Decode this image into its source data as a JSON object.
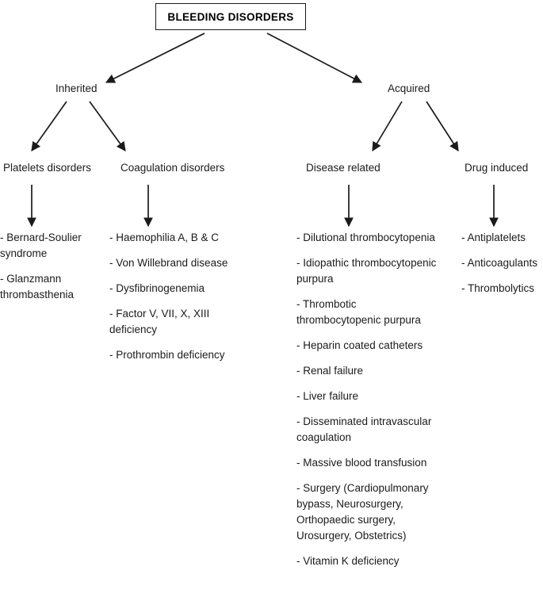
{
  "diagram": {
    "root": {
      "label": "BLEEDING DISORDERS"
    },
    "branches": [
      {
        "label": "Inherited"
      },
      {
        "label": "Acquired"
      }
    ],
    "categories": [
      {
        "label": "Platelets disorders"
      },
      {
        "label": "Coagulation disorders"
      },
      {
        "label": "Disease related"
      },
      {
        "label": "Drug induced"
      }
    ],
    "lists": {
      "platelets": [
        "- Bernard-Soulier syndrome",
        "- Glanzmann thrombasthenia"
      ],
      "coagulation": [
        "- Haemophilia A, B & C",
        "- Von Willebrand disease",
        "- Dysfibrinogenemia",
        "- Factor V, VII, X, XIII deficiency",
        "- Prothrombin deficiency"
      ],
      "disease_related": [
        "- Dilutional thrombocytopenia",
        "- Idiopathic thrombocytopenic purpura",
        "- Thrombotic thrombocytopenic purpura",
        "- Heparin coated catheters",
        "- Renal failure",
        "- Liver failure",
        "- Disseminated intravascular coagulation",
        "- Massive blood transfusion",
        "- Surgery (Cardiopulmonary bypass, Neurosurgery, Orthopaedic surgery, Urosurgery, Obstetrics)",
        "- Vitamin K deficiency"
      ],
      "drug_induced": [
        "- Antiplatelets",
        "- Anticoagulants",
        "- Thrombolytics"
      ]
    },
    "colors": {
      "stroke": "#1b1b1b",
      "text": "#1b1b1b",
      "background": "#ffffff"
    }
  }
}
